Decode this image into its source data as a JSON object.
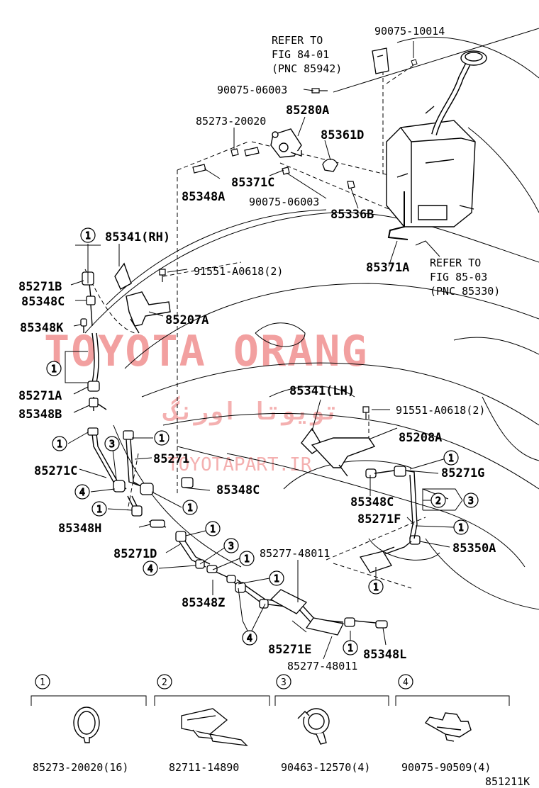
{
  "watermark": {
    "main": "TOYOTA ORANG",
    "arabic": "تويوتا اورنگ",
    "site": "TOYOTAPART.IR",
    "color": "#f2a0a0"
  },
  "refer_notes": {
    "fig_84_01": [
      "REFER TO",
      "FIG 84-01",
      "(PNC 85942)"
    ],
    "fig_85_03": [
      "REFER TO",
      "FIG 85-03",
      "(PNC 85330)"
    ]
  },
  "part_labels": [
    {
      "id": "p90075-10014",
      "text": "90075-10014"
    },
    {
      "id": "p90075-06003a",
      "text": "90075-06003"
    },
    {
      "id": "p85280a",
      "text": "85280A"
    },
    {
      "id": "p85273-20020",
      "text": "85273-20020"
    },
    {
      "id": "p85361d",
      "text": "85361D"
    },
    {
      "id": "p85371c",
      "text": "85371C"
    },
    {
      "id": "p85348a",
      "text": "85348A"
    },
    {
      "id": "p90075-06003b",
      "text": "90075-06003"
    },
    {
      "id": "p85336b",
      "text": "85336B"
    },
    {
      "id": "p85341rh",
      "text": "85341(RH)"
    },
    {
      "id": "p85371a",
      "text": "85371A"
    },
    {
      "id": "p91551-rh",
      "text": "91551-A0618(2)"
    },
    {
      "id": "p85271b",
      "text": "85271B"
    },
    {
      "id": "p85348c-top",
      "text": "85348C"
    },
    {
      "id": "p85207a",
      "text": "85207A"
    },
    {
      "id": "p85348k",
      "text": "85348K"
    },
    {
      "id": "p85271a",
      "text": "85271A"
    },
    {
      "id": "p85341lh",
      "text": "85341(LH)"
    },
    {
      "id": "p85348b",
      "text": "85348B"
    },
    {
      "id": "p91551-lh",
      "text": "91551-A0618(2)"
    },
    {
      "id": "p85208a",
      "text": "85208A"
    },
    {
      "id": "p85271",
      "text": "85271"
    },
    {
      "id": "p85271c",
      "text": "85271C"
    },
    {
      "id": "p85271g",
      "text": "85271G"
    },
    {
      "id": "p85348c-mid",
      "text": "85348C"
    },
    {
      "id": "p85348c-right",
      "text": "85348C"
    },
    {
      "id": "p85271f",
      "text": "85271F"
    },
    {
      "id": "p85348h",
      "text": "85348H"
    },
    {
      "id": "p85350a",
      "text": "85350A"
    },
    {
      "id": "p85277-top",
      "text": "85277-48011"
    },
    {
      "id": "p85271d",
      "text": "85271D"
    },
    {
      "id": "p85348z",
      "text": "85348Z"
    },
    {
      "id": "p85271e",
      "text": "85271E"
    },
    {
      "id": "p85348l",
      "text": "85348L"
    },
    {
      "id": "p85277-bottom",
      "text": "85277-48011"
    }
  ],
  "callout_numbers": [
    "1",
    "2",
    "3",
    "4"
  ],
  "legend": [
    {
      "num": "1",
      "part": "85273-20020(16)"
    },
    {
      "num": "2",
      "part": "82711-14890"
    },
    {
      "num": "3",
      "part": "90463-12570(4)"
    },
    {
      "num": "4",
      "part": "90075-90509(4)"
    }
  ],
  "figure_code": "851211K"
}
